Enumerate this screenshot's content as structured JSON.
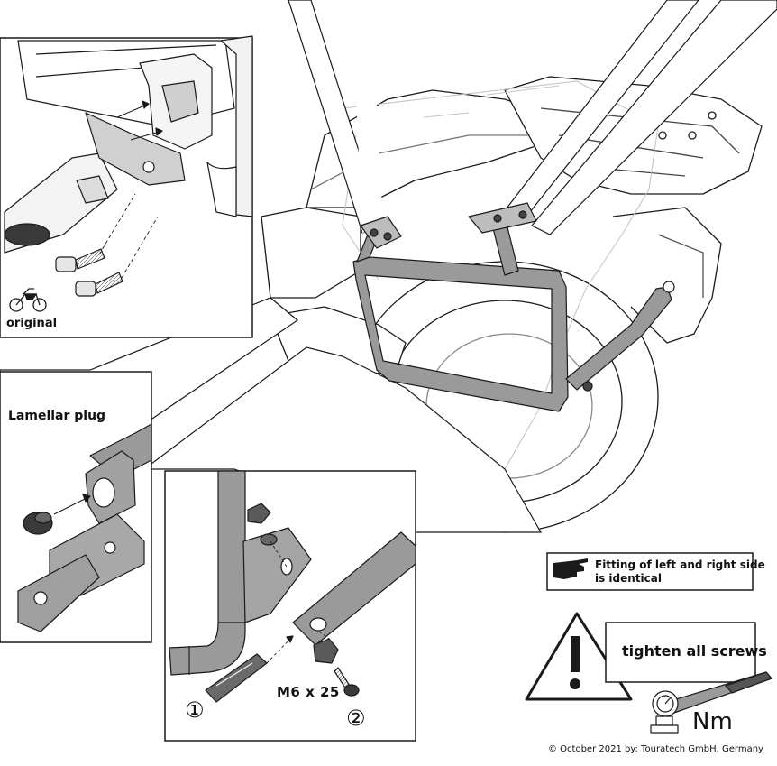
{
  "labels": {
    "original": "original",
    "lamellar_plug": "Lamellar plug",
    "bolt_spec": "M6 x 25",
    "step_one": "①",
    "step_two": "②"
  },
  "notes": {
    "fitting_line1": "Fitting of left and right side",
    "fitting_line2": "is identical",
    "tighten": "tighten all screws",
    "torque_unit": "Nm"
  },
  "footer": {
    "copyright": "©  October 2021 by: Touratech GmbH, Germany"
  },
  "colors": {
    "line": "#1a1a1a",
    "frame_fill": "#9a9a9a",
    "ghost": "#c8c8c8",
    "beam": "#ffffff"
  },
  "icons": [
    "motorcycle-icon",
    "pointing-hand-icon",
    "warning-triangle-icon",
    "torque-wrench-icon"
  ]
}
